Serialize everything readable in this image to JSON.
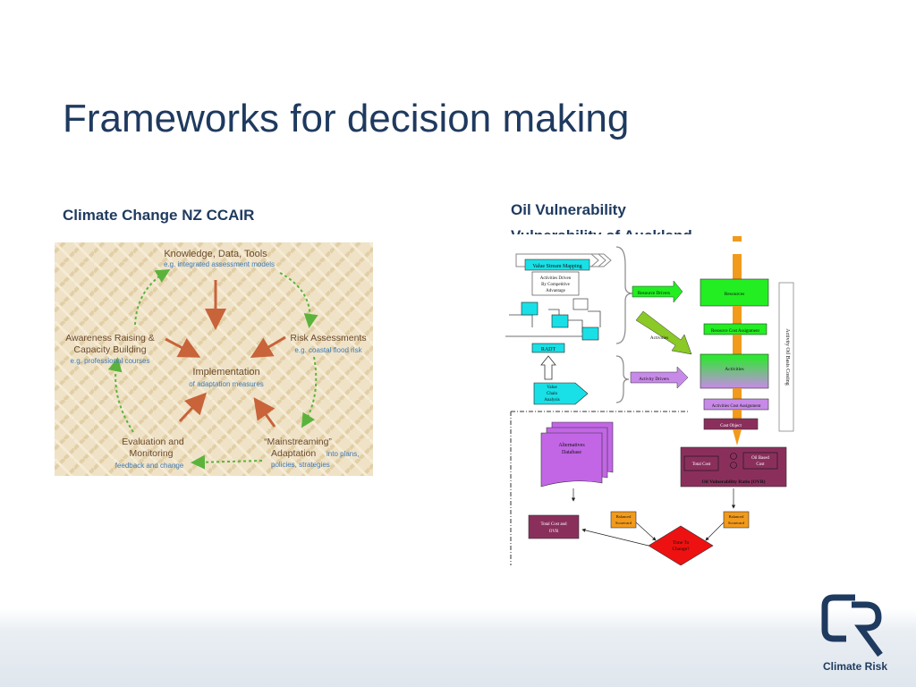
{
  "slide": {
    "title": "Frameworks for decision making",
    "left_subtitle": "Climate Change NZ CCAIR",
    "right_subtitle": "Oil Vulnerability",
    "right_subtitle_cut": "Vulnerability of Auckland"
  },
  "ccair": {
    "top_title": "Knowledge, Data, Tools",
    "top_sub": "e.g. integrated assessment models",
    "left_title_1": "Awareness Raising &",
    "left_title_2": "Capacity Building",
    "left_sub": "e.g. professional courses",
    "right_title": "Risk Assessments",
    "right_sub": "e.g. coastal flood risk",
    "center_title": "Implementation",
    "center_sub": "of adaptation measures",
    "bl_title_1": "Evaluation and",
    "bl_title_2": "Monitoring",
    "bl_sub": "feedback and change",
    "br_title_1": "“Mainstreaming”",
    "br_title_2": "Adaptation",
    "br_sub_1": "into plans,",
    "br_sub_2": "policies, strategies"
  },
  "oil": {
    "value_stream": "Value Stream Mapping",
    "activities_driven_1": "Activities Driven",
    "activities_driven_2": "By Competitive",
    "activities_driven_3": "Advantage",
    "radt": "RADT",
    "value_chain_1": "Value",
    "value_chain_2": "Chain",
    "value_chain_3": "Analysis",
    "resource_drivers": "Resource Drivers",
    "activities_arrow": "Activities",
    "activity_drivers": "Activity Drivers",
    "resources": "Resources",
    "resource_cost_assignment": "Resource Cost Assignment",
    "activities_box": "Activities",
    "activities_cost_assignment": "Activities Cost Assignment",
    "cost_object": "Cost Object",
    "side_label": "Activity Oil Basis Costing",
    "alternatives_1": "Alternatives",
    "alternatives_2": "Database",
    "total_cost": "Total Cost",
    "oil_based_1": "Oil Based",
    "oil_based_2": "Cost",
    "ovr": "Oil Vulnerability Ratio (OVR)",
    "total_cost_ovr_1": "Total Cost and",
    "total_cost_ovr_2": "OVR",
    "balanced_1": "Balanced",
    "balanced_2": "Scorecard",
    "time_change_1": "Time To",
    "time_change_2": "Change?"
  },
  "logo": {
    "text": "Climate Risk"
  },
  "colors": {
    "title": "#1f3a5f",
    "arrow_brown": "#c8633a",
    "cycle_green": "#5cb33c",
    "cyan_box": "#19e0e6",
    "green_box": "#22ee22",
    "orange_bar": "#f29a1c",
    "maroon_box": "#8a2f5c",
    "purple_box": "#c266e6",
    "decision_red": "#ee1111"
  }
}
